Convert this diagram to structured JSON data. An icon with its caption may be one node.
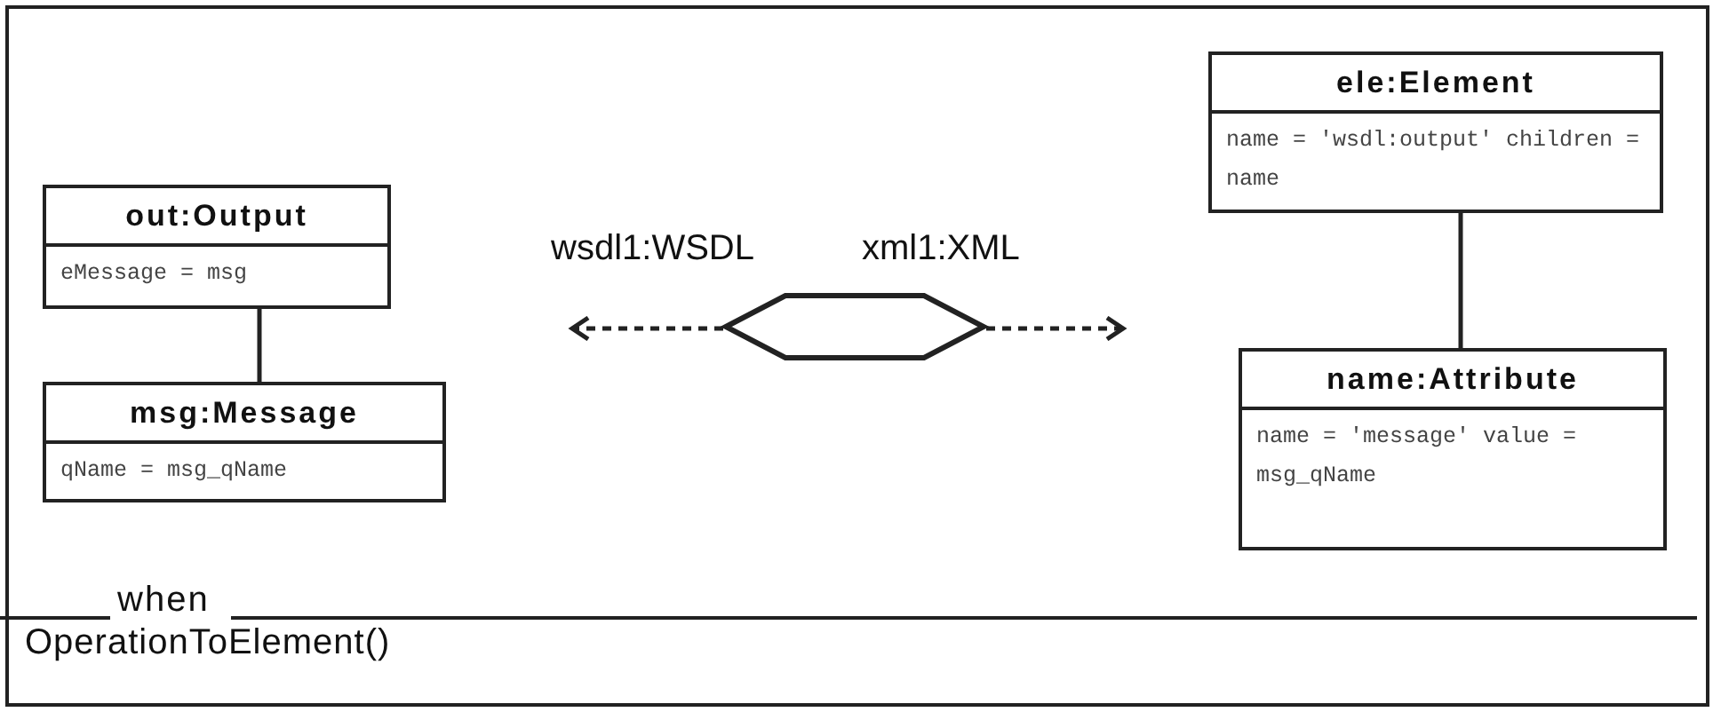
{
  "diagram": {
    "nodes": [
      {
        "text": [],
        "shape": "box"
      },
      {
        "text": [
          "when",
          "OperationToElement()"
        ],
        "in": 0
      },
      {
        "text": [
          "out:Output",
          "eMessage = msg"
        ],
        "in": 0
      },
      {
        "text": [
          "msg:Message",
          "qName = msg_qName"
        ],
        "in": 0
      },
      {
        "text": [],
        "shape": "hexagon",
        "in": 0,
        "beside": [
          "wsdl1:WSDL",
          "xml1:XML"
        ]
      },
      {
        "text": [
          "ele:Element",
          "name = 'wsdl:output' children = name"
        ],
        "in": 0
      },
      {
        "text": [
          "name:Attribute",
          "name = 'message' value = msg_qName"
        ],
        "in": 0
      }
    ],
    "edges": [
      {
        "from": 2,
        "to": 3,
        "arrow": "none"
      },
      {
        "from": 5,
        "to": 6,
        "arrow": "none"
      },
      {
        "from": 4,
        "to": null,
        "arrow": "to",
        "style": "dashed"
      },
      {
        "from": 4,
        "to": null,
        "arrow": "to",
        "style": "dashed"
      }
    ]
  }
}
